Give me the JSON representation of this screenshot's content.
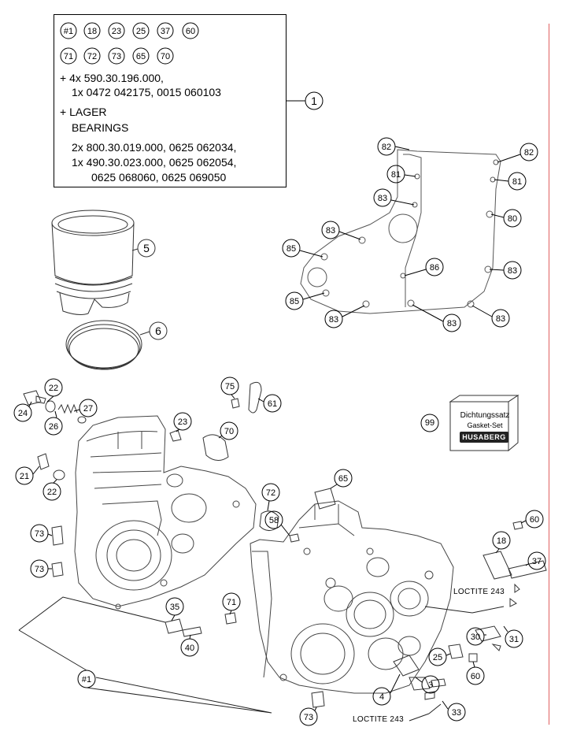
{
  "legend": {
    "callouts_row1": [
      "#1",
      "18",
      "23",
      "25",
      "37",
      "60"
    ],
    "callouts_row2": [
      "71",
      "72",
      "73",
      "65",
      "70"
    ],
    "line1": "+ 4x 590.30.196.000,",
    "line2": "1x 0472 042175, 0015 060103",
    "line3": "+ LAGER",
    "line4": "BEARINGS",
    "line5": "2x 800.30.019.000, 0625 062034,",
    "line6": "1x 490.30.023.000, 0625 062054,",
    "line7": "0625 068060, 0625 069050",
    "ref": "1"
  },
  "gasket_set": {
    "line1": "Dichtungssatz",
    "line2": "Gasket-Set",
    "brand": "HUSABERG",
    "ref": "99"
  },
  "loctite": [
    "LOCTITE 243",
    "LOCTITE 243"
  ],
  "callouts": [
    "82",
    "82",
    "81",
    "81",
    "83",
    "80",
    "83",
    "85",
    "86",
    "83",
    "85",
    "83",
    "83",
    "83",
    "5",
    "6",
    "22",
    "24",
    "27",
    "26",
    "75",
    "61",
    "23",
    "70",
    "21",
    "22",
    "72",
    "65",
    "58",
    "73",
    "73",
    "60",
    "18",
    "37",
    "35",
    "71",
    "40",
    "30",
    "31",
    "25",
    "60",
    "3",
    "4",
    "33",
    "73",
    "#1"
  ]
}
